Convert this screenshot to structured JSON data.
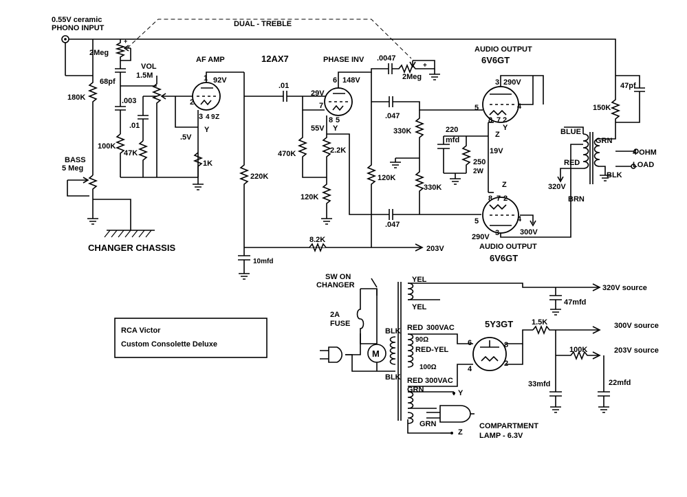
{
  "title": {
    "line1": "RCA Victor",
    "line2": "Custom Consolette Deluxe"
  },
  "input": {
    "line1": "0.55V ceramic",
    "line2": "PHONO INPUT"
  },
  "tubes": {
    "af_amp": "AF AMP",
    "type_12ax7": "12AX7",
    "phase_inv": "PHASE INV",
    "audio_output_top_label": "AUDIO OUTPUT",
    "audio_output_top_type": "6V6GT",
    "audio_output_bottom_label": "AUDIO OUTPUT",
    "audio_output_bottom_type": "6V6GT",
    "rectifier": "5Y3GT"
  },
  "labels": {
    "dual_treble": "DUAL - TREBLE",
    "changer_chassis": "CHANGER CHASSIS",
    "sw_on": "SW ON",
    "changer": "CHANGER",
    "fuse_2a": "2A",
    "fuse": "FUSE",
    "compartment": "COMPARTMENT",
    "lamp": "LAMP - 6.3V",
    "four_ohm": "4 OHM",
    "load": "LOAD",
    "motor": "M"
  },
  "components": {
    "pot_2meg": "2Meg",
    "c_68pf": "68pf",
    "vol": "VOL",
    "vol_value": "1.5M",
    "r_180k": "180K",
    "c_003": ".003",
    "c_01_a": ".01",
    "r_100k_a": "100K",
    "r_47k": "47K",
    "bass": "BASS",
    "bass_value": "5 Meg",
    "r_1k": "1K",
    "v_05": ".5V",
    "c_01_b": ".01",
    "r_220k": "220K",
    "c_10mfd": "10mfd",
    "r_8_2k": "8.2K",
    "r_470k": "470K",
    "r_120k_a": "120K",
    "r_2_2k": "2.2K",
    "r_120k_b": "120K",
    "v_55": "55V",
    "c_0047": ".0047",
    "pot_2meg_b": "2Meg",
    "c_047_a": ".047",
    "c_047_b": ".047",
    "r_330k_a": "330K",
    "r_330k_b": "330K",
    "c_220mfd": "220",
    "c_220mfd_unit": "mfd",
    "r_250": "250",
    "r_250_watt": "2W",
    "v_19": "19V",
    "c_47pf": "47pf",
    "r_150k": "150K",
    "v_203": "203V",
    "v_320": "320V",
    "v_300": "300V",
    "v_290_bottom": "290V",
    "v_92": "92V",
    "v_29": "29V",
    "v_148": "148V",
    "v_290_top": "290V",
    "c_47mfd": "47mfd",
    "r_1_5k": "1.5K",
    "r_100k_b": "100K",
    "c_33mfd": "33mfd",
    "c_22mfd": "22mfd",
    "src_320": "320V source",
    "src_300": "300V source",
    "src_203": "203V source",
    "xfmr_yel_a": "YEL",
    "xfmr_yel_b": "YEL",
    "xfmr_blk_a": "BLK",
    "xfmr_blk_b": "BLK",
    "xfmr_red_a": "RED",
    "xfmr_300vac_a": "300VAC",
    "xfmr_90": "90Ω",
    "xfmr_red_yel": "RED-YEL",
    "xfmr_100": "100Ω",
    "xfmr_red_b": "RED",
    "xfmr_300vac_b": "300VAC",
    "xfmr_grn_a": "GRN",
    "xfmr_grn_b": "GRN",
    "out_blue": "BLUE",
    "out_grn": "GRN",
    "out_red": "RED",
    "out_blk": "BLK",
    "out_brn": "BRN",
    "pin_y_a": "Y",
    "pin_z_a": "Z",
    "pin_y_b": "Y",
    "pin_z_b": "Z"
  },
  "pins": {
    "p1": "1",
    "p2": "2",
    "p3": "3",
    "p4": "4",
    "p9": "9",
    "pY1": "Y",
    "pZ1": "Z",
    "p6": "6",
    "p7": "7",
    "p8": "8",
    "p5": "5",
    "pY2": "Y",
    "o3a": "3",
    "o5a": "5",
    "o4a": "4",
    "o8a": "8",
    "o7a": "7",
    "o2a": "2",
    "oYa": "Y",
    "oZa": "Z",
    "o3b": "3",
    "o5b": "5",
    "o4b": "4",
    "o8b": "8",
    "o7b": "7",
    "o2b": "2",
    "oZb": "Z",
    "r6": "6",
    "r8": "8",
    "r4": "4",
    "r2": "2",
    "lampY": "Y",
    "lampZ": "Z"
  }
}
